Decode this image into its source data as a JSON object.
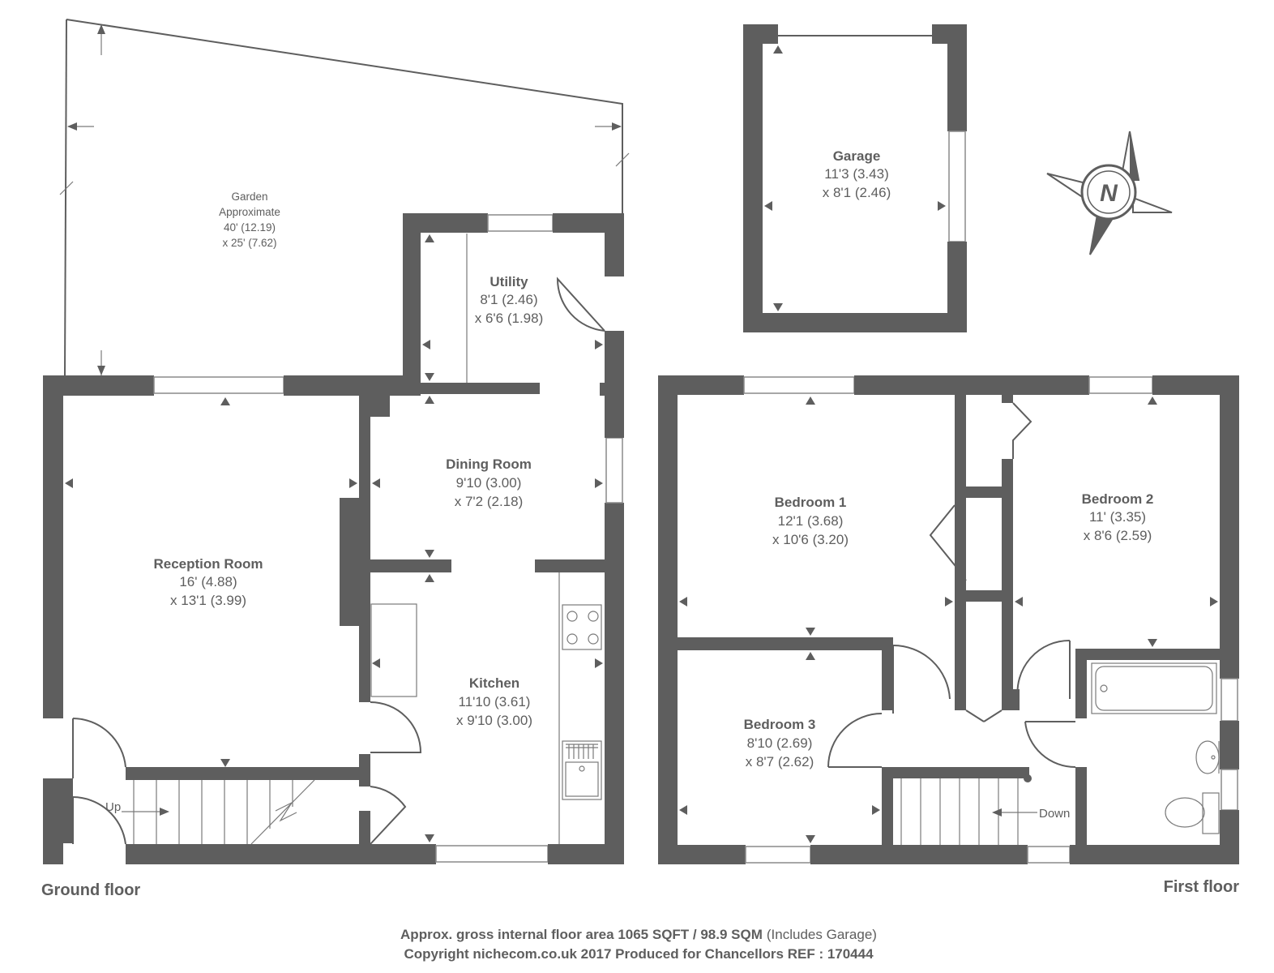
{
  "garden": {
    "name": "Garden",
    "qualifier": "Approximate",
    "dim1": "40' (12.19)",
    "dim2": "x 25' (7.62)"
  },
  "garage": {
    "name": "Garage",
    "dim1": "11'3 (3.43)",
    "dim2": "x 8'1 (2.46)"
  },
  "utility": {
    "name": "Utility",
    "dim1": "8'1 (2.46)",
    "dim2": "x 6'6 (1.98)"
  },
  "dining_room": {
    "name": "Dining Room",
    "dim1": "9'10 (3.00)",
    "dim2": "x 7'2 (2.18)"
  },
  "reception_room": {
    "name": "Reception Room",
    "dim1": "16' (4.88)",
    "dim2": "x 13'1 (3.99)"
  },
  "kitchen": {
    "name": "Kitchen",
    "dim1": "11'10 (3.61)",
    "dim2": "x 9'10 (3.00)"
  },
  "bedroom1": {
    "name": "Bedroom 1",
    "dim1": "12'1 (3.68)",
    "dim2": "x 10'6 (3.20)"
  },
  "bedroom2": {
    "name": "Bedroom 2",
    "dim1": "11' (3.35)",
    "dim2": "x 8'6 (2.59)"
  },
  "bedroom3": {
    "name": "Bedroom 3",
    "dim1": "8'10 (2.69)",
    "dim2": "x 8'7 (2.62)"
  },
  "stairs": {
    "up_label": "Up",
    "down_label": "Down"
  },
  "compass": {
    "letter": "N",
    "icon": "compass-rose-icon"
  },
  "floors": {
    "ground": "Ground floor",
    "first": "First floor"
  },
  "footer": {
    "area_bold": "Approx. gross internal floor area 1065 SQFT / 98.9 SQM",
    "area_note": "(Includes Garage)",
    "copyright": "Copyright nichecom.co.uk 2017 Produced for Chancellors REF : 170444"
  },
  "colors": {
    "wall": "#5e5e5e",
    "background": "#ffffff"
  }
}
